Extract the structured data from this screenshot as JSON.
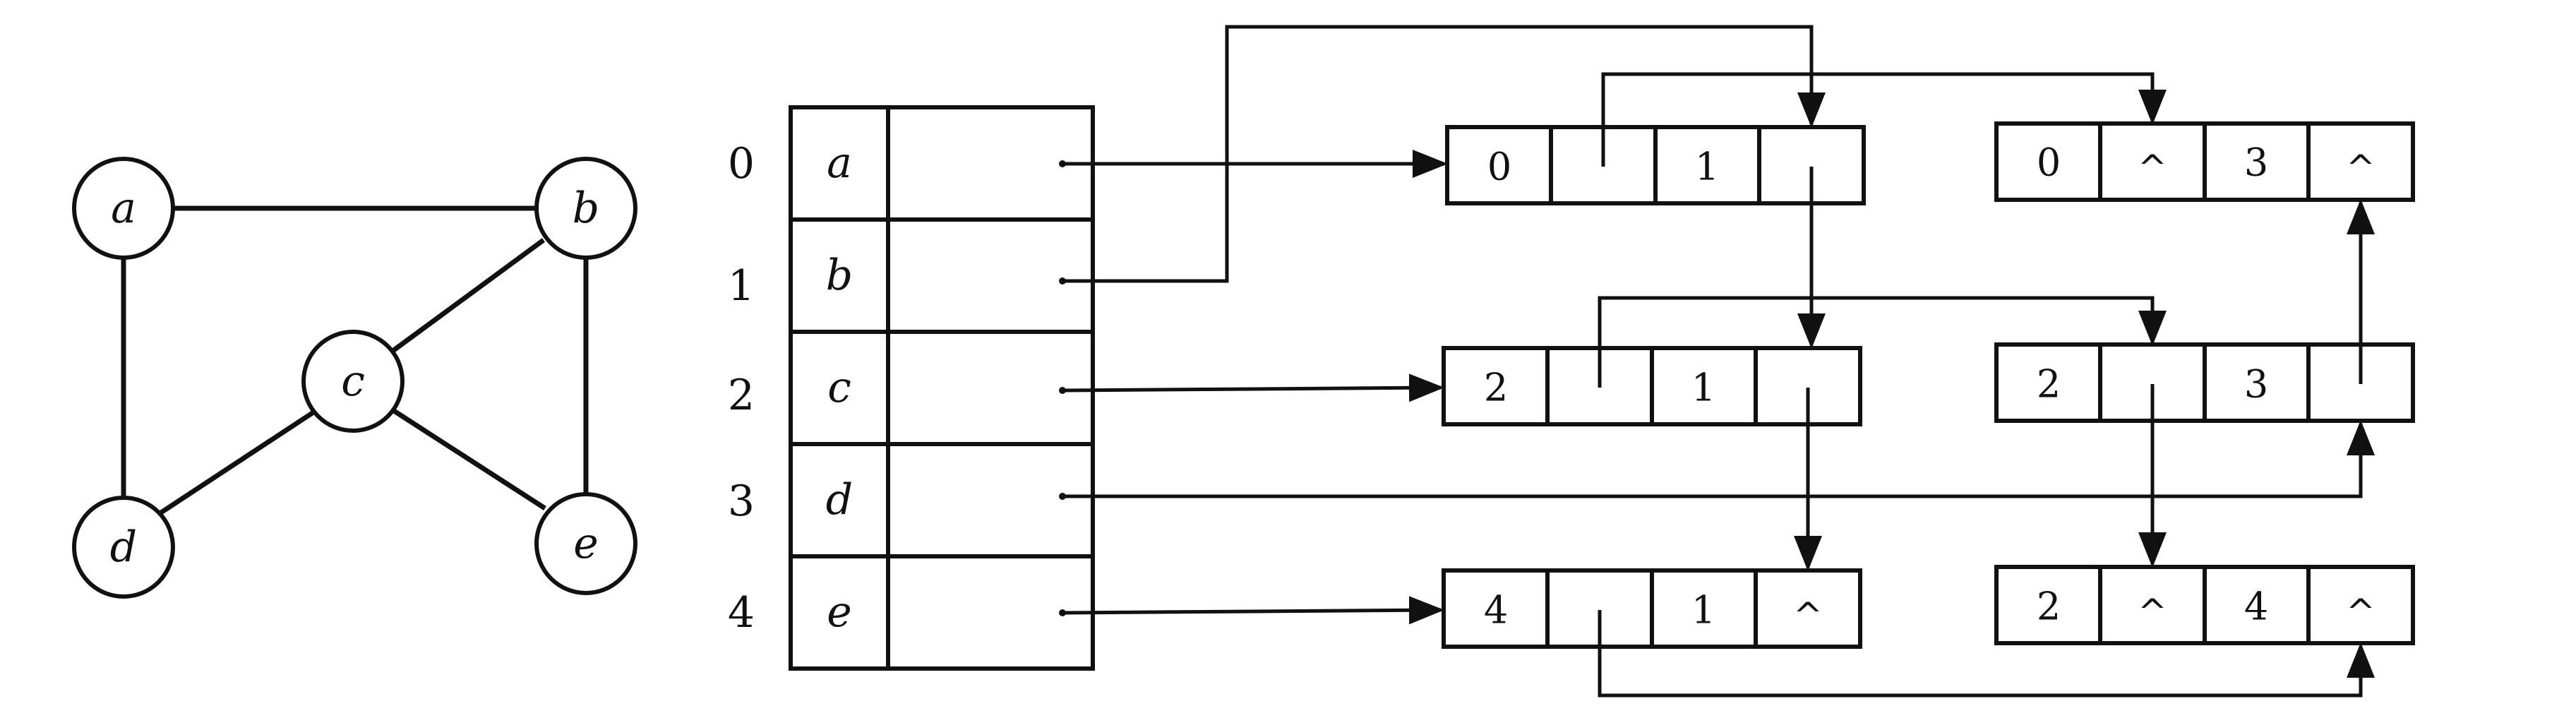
{
  "graph": {
    "vertices": [
      "a",
      "b",
      "c",
      "d",
      "e"
    ],
    "edges": [
      [
        "a",
        "b"
      ],
      [
        "a",
        "d"
      ],
      [
        "b",
        "c"
      ],
      [
        "b",
        "e"
      ],
      [
        "c",
        "d"
      ],
      [
        "c",
        "e"
      ]
    ]
  },
  "adjacency_list": {
    "headers": [
      {
        "index": "0",
        "vertex": "a"
      },
      {
        "index": "1",
        "vertex": "b"
      },
      {
        "index": "2",
        "vertex": "c"
      },
      {
        "index": "3",
        "vertex": "d"
      },
      {
        "index": "4",
        "vertex": "e"
      }
    ],
    "edge_nodes": [
      {
        "ivex": "0",
        "ilink": "",
        "jvex": "1",
        "jlink": ""
      },
      {
        "ivex": "0",
        "ilink": "^",
        "jvex": "3",
        "jlink": "^"
      },
      {
        "ivex": "2",
        "ilink": "",
        "jvex": "1",
        "jlink": ""
      },
      {
        "ivex": "2",
        "ilink": "",
        "jvex": "3",
        "jlink": ""
      },
      {
        "ivex": "4",
        "ilink": "",
        "jvex": "1",
        "jlink": "^"
      },
      {
        "ivex": "2",
        "ilink": "^",
        "jvex": "4",
        "jlink": "^"
      }
    ]
  }
}
